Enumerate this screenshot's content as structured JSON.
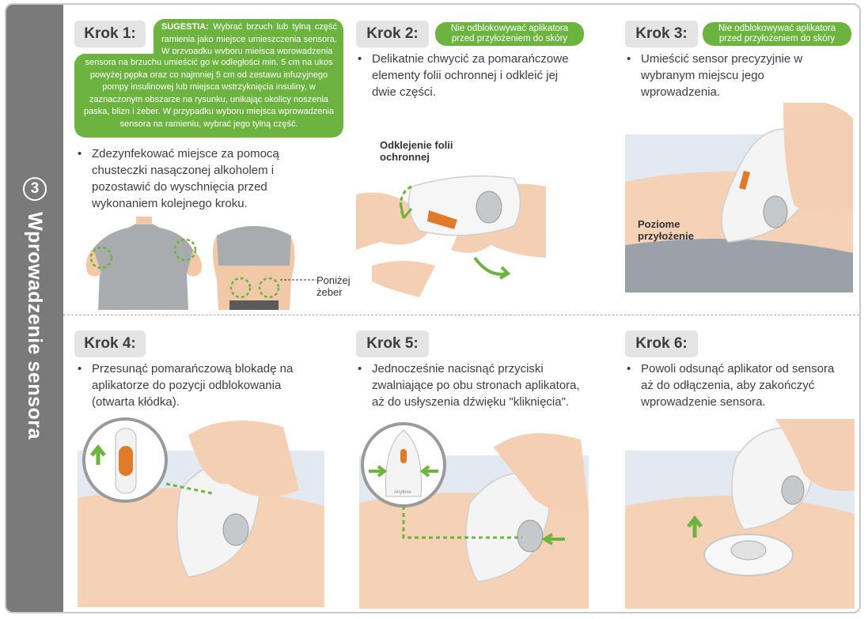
{
  "section": {
    "number": "3",
    "title": "Wprowadzenie sensora"
  },
  "steps": [
    {
      "label": "Krok 1:",
      "suggestion_head": "SUGESTIA:",
      "suggestion_line1": "Wybrać brzuch lub tylną część ramienia jako miejsce umieszczenia sensora. W przypadku wyboru miejsca wprowadzenia",
      "suggestion_line2": "sensora na brzuchu umieścić go w odległości min. 5 cm na ukos powyżej pępka oraz co najmniej 5 cm od zestawu infuzyjnego pompy insulinowej lub miejsca wstrzyknięcia insuliny, w zaznaczonym obszarze na rysunku, unikając okolicy noszenia paska, blizn i żeber. W przypadku wyboru miejsca wprowadzenia sensora na ramieniu, wybrać jego tylną część.",
      "text": "Zdezynfekować miejsce za pomocą chusteczki nasączonej alkoholem i pozostawić do wyschnięcia przed  wykonaniem kolejnego kroku.",
      "annotation": "Poniżej żeber"
    },
    {
      "label": "Krok 2:",
      "badge": "Nie odblokowywać aplikatora przed przyłożeniem do skóry",
      "text": "Delikatnie chwycić za pomarańczowe elementy folii ochronnej i odkleić jej dwie części.",
      "annotation": "Odklejenie folii ochronnej"
    },
    {
      "label": "Krok 3:",
      "badge": "Nie odblokowywać aplikatora przed przyłożeniem do skóry",
      "text": "Umieścić sensor precyzyjnie w wybranym miejscu jego wprowadzenia.",
      "annotation": "Poziome przyłożenie"
    },
    {
      "label": "Krok 4:",
      "text": "Przesunąć pomarańczową blokadę na aplikatorze do pozycji odblokowania (otwarta kłódka)."
    },
    {
      "label": "Krok 5:",
      "text": "Jednocześnie nacisnąć przyciski zwalniające po obu stronach aplikatora, aż do usłyszenia dźwięku \"kliknięcia\"."
    },
    {
      "label": "Krok 6:",
      "text": "Powoli odsunąć aplikator od sensora aż do odłączenia, aby zakończyć wprowadzenie sensora."
    }
  ],
  "device_brand": "Anytime",
  "colors": {
    "accent_green": "#6cb33f",
    "orange": "#e07b2a",
    "sidebar_gray": "#7a7a7a",
    "pill_gray": "#e4e4e4"
  }
}
